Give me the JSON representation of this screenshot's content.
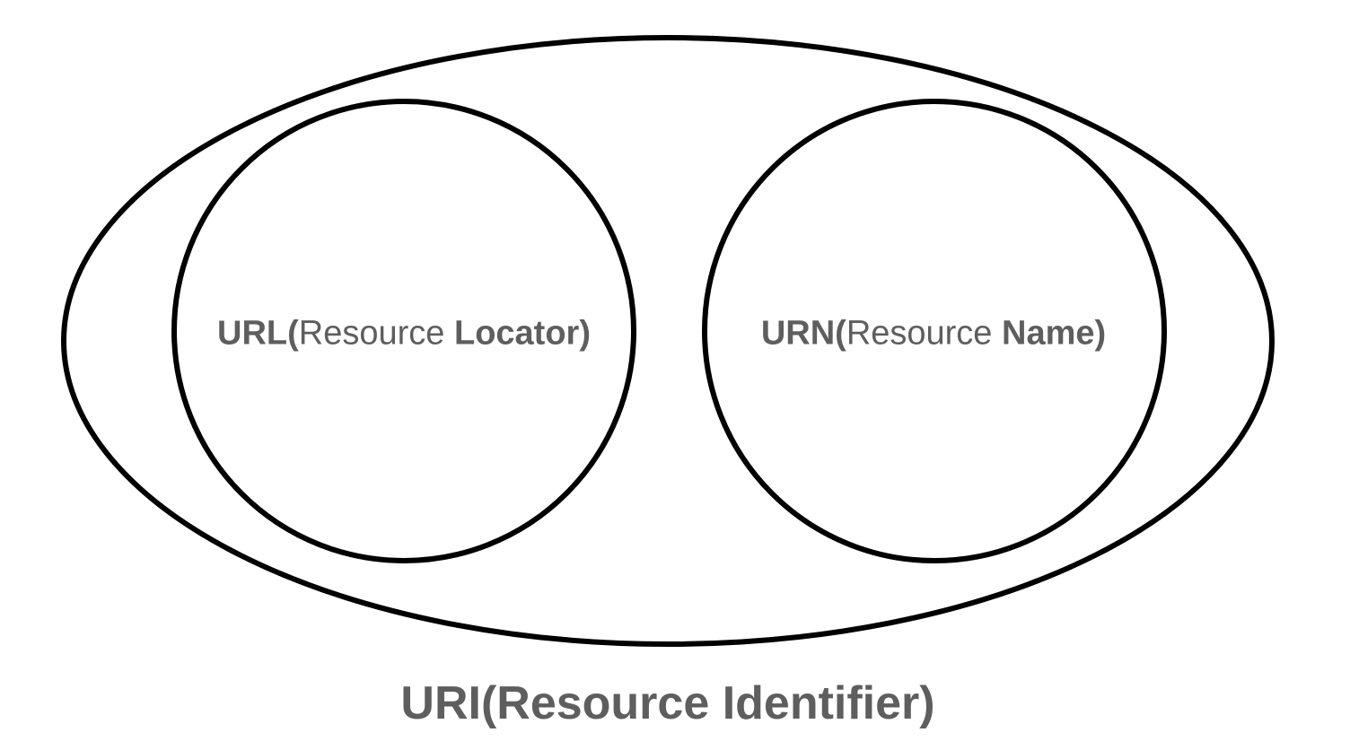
{
  "diagram": {
    "outer": {
      "part1": "URI(",
      "part2": "Resource Identifier)"
    },
    "left_circle": {
      "part1": "URL(",
      "part2": "Resource ",
      "part3": "Locator",
      "part4": ")"
    },
    "right_circle": {
      "part1": "URN(",
      "part2": "Resource ",
      "part3": "Name",
      "part4": ")"
    }
  },
  "colors": {
    "stroke": "#000000",
    "text": "#5e5e5e",
    "background": "#ffffff"
  }
}
